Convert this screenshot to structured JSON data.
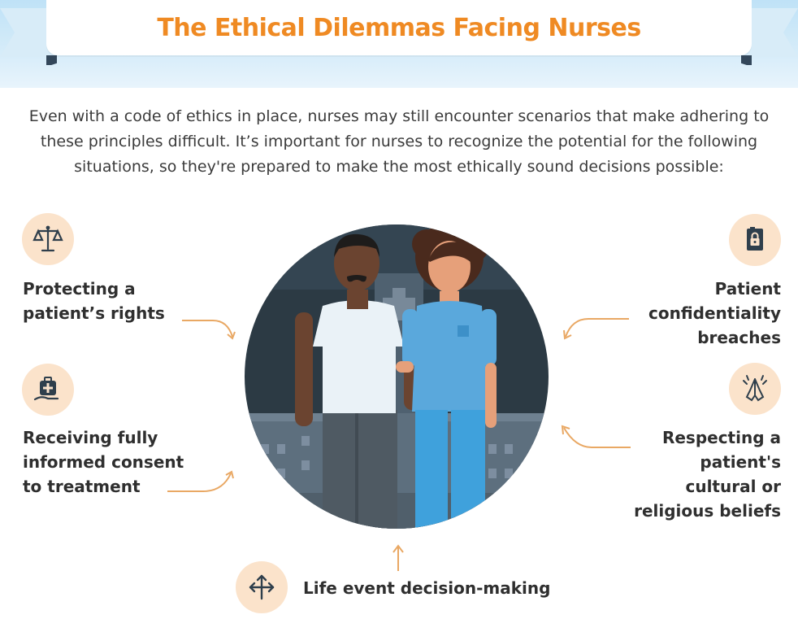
{
  "title": "The Ethical Dilemmas Facing Nurses",
  "intro": "Even with a code of ethics in place, nurses may still encounter scenarios that make adhering to these principles difficult. It’s important for nurses to recognize the potential for the following situations, so they're prepared to make the most ethically sound decisions possible:",
  "colors": {
    "accent": "#ef8a23",
    "icon_bg": "#fbe3cb",
    "sky": "#cfe8f8",
    "text": "#2f2f2f",
    "scene_dark": "#2c3a44"
  },
  "items": {
    "rights": {
      "icon": "scales-icon",
      "lines": [
        "Protecting a",
        "patient’s rights"
      ]
    },
    "consent": {
      "icon": "medical-kit-icon",
      "lines": [
        "Receiving fully",
        "informed consent",
        "to treatment"
      ]
    },
    "confidentiality": {
      "icon": "locked-folder-icon",
      "lines": [
        "Patient",
        "confidentiality",
        "breaches"
      ]
    },
    "beliefs": {
      "icon": "praying-hands-icon",
      "lines": [
        "Respecting a",
        "patient's",
        "cultural or",
        "religious beliefs"
      ]
    },
    "life_event": {
      "icon": "directions-arrows-icon",
      "lines": [
        "Life event decision-making"
      ]
    }
  },
  "illustration": "doctor-and-nurse-icon"
}
